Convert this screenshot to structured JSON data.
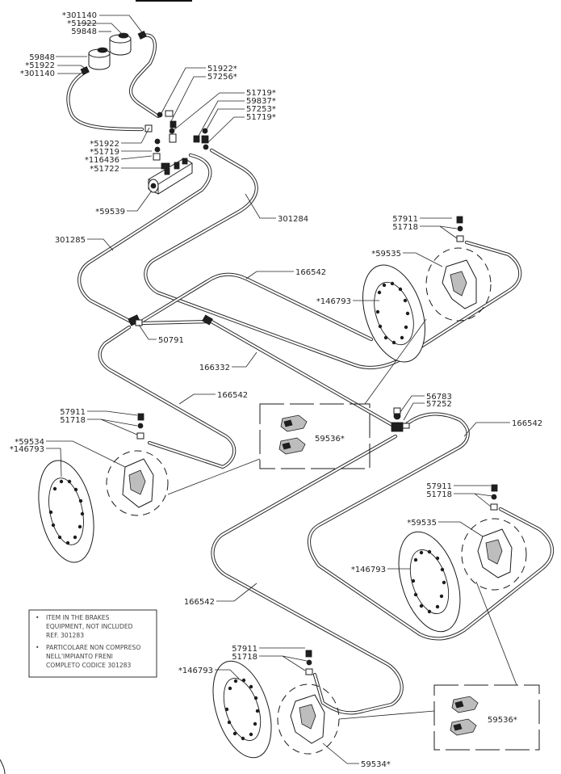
{
  "labels": {
    "res1_nut": "*301140",
    "res1_washer": "*51922",
    "res1_reservoir": "59848",
    "res2_reservoir": "59848",
    "res2_washer": "*51922",
    "res2_nut": "*301140",
    "top_washer_a": "51922*",
    "top_union_a": "57256*",
    "top_washer_b": "51719*",
    "top_bleeder": "59837*",
    "top_union_b": "57253*",
    "top_washer_c": "51719*",
    "mc_washer_a": "*51922",
    "mc_washer_b": "*51719",
    "mc_union": "*116436",
    "mc_banjo": "*51722",
    "master_cylinder": "*59539",
    "pipe_301284": "301284",
    "pipe_301285": "301285",
    "rf_screw": "57911",
    "rf_washer": "51718",
    "rf_caliper": "*59535",
    "rf_disc": "*146793",
    "pipe_166542_top": "166542",
    "tee_left": "50791",
    "pipe_166332": "166332",
    "pipe_166542_mid": "166542",
    "tee_right_union": "56783",
    "tee_right_washer": "57252",
    "pipe_166542_right": "166542",
    "lf_screw": "57911",
    "lf_washer": "51718",
    "lf_caliper": "*59534",
    "lf_disc": "*146793",
    "pads_upper": "59536*",
    "rr_screw": "57911",
    "rr_washer": "51718",
    "rr_caliper": "*59535",
    "rr_disc": "*146793",
    "pipe_166542_low": "166542",
    "lr_screw": "57911",
    "lr_washer": "51718",
    "lr_disc": "*146793",
    "pads_lower": "59536*",
    "lr_caliper": "59534*"
  },
  "legend": {
    "english": [
      "ITEM IN THE BRAKES",
      "EQUIPMENT, NOT INCLUDED",
      "REF.  301283"
    ],
    "italian": [
      "PARTICOLARE NON COMPRESO",
      "NELL'IMPIANTO FRENI",
      "COMPLETO CODICE 301283"
    ]
  }
}
